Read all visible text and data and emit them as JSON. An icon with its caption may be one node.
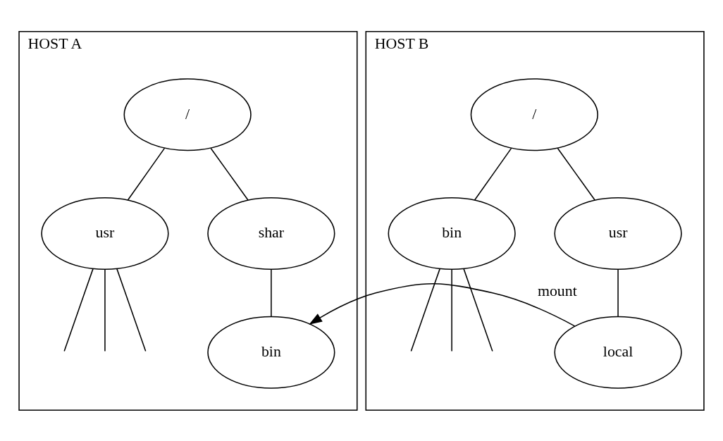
{
  "diagram": {
    "nodes": [
      {
        "text": [
          "HOST A"
        ]
      },
      {
        "text": [
          "/"
        ],
        "in": 0
      },
      {
        "text": [
          "usr"
        ],
        "in": 0
      },
      {
        "text": [
          "shar"
        ],
        "in": 0
      },
      {
        "text": [
          "bin"
        ],
        "in": 0
      },
      {
        "text": [
          "HOST B"
        ]
      },
      {
        "text": [
          "/"
        ],
        "in": 5
      },
      {
        "text": [
          "bin"
        ],
        "in": 5
      },
      {
        "text": [
          "usr"
        ],
        "in": 5
      },
      {
        "text": [
          "local"
        ],
        "in": 5
      }
    ],
    "edges": [
      {
        "from": 1,
        "to": 2,
        "arrow": "none"
      },
      {
        "from": 1,
        "to": 3,
        "arrow": "none"
      },
      {
        "from": 2,
        "to": null,
        "arrow": "none"
      },
      {
        "from": 2,
        "to": null,
        "arrow": "none"
      },
      {
        "from": 2,
        "to": null,
        "arrow": "none"
      },
      {
        "from": 3,
        "to": 4,
        "arrow": "none"
      },
      {
        "from": 6,
        "to": 7,
        "arrow": "none"
      },
      {
        "from": 6,
        "to": 8,
        "arrow": "none"
      },
      {
        "from": 7,
        "to": null,
        "arrow": "none"
      },
      {
        "from": 7,
        "to": null,
        "arrow": "none"
      },
      {
        "from": 7,
        "to": null,
        "arrow": "none"
      },
      {
        "from": 8,
        "to": 9,
        "arrow": "none"
      },
      {
        "from": 9,
        "to": 4,
        "arrow": "to",
        "label": "mount"
      }
    ]
  }
}
